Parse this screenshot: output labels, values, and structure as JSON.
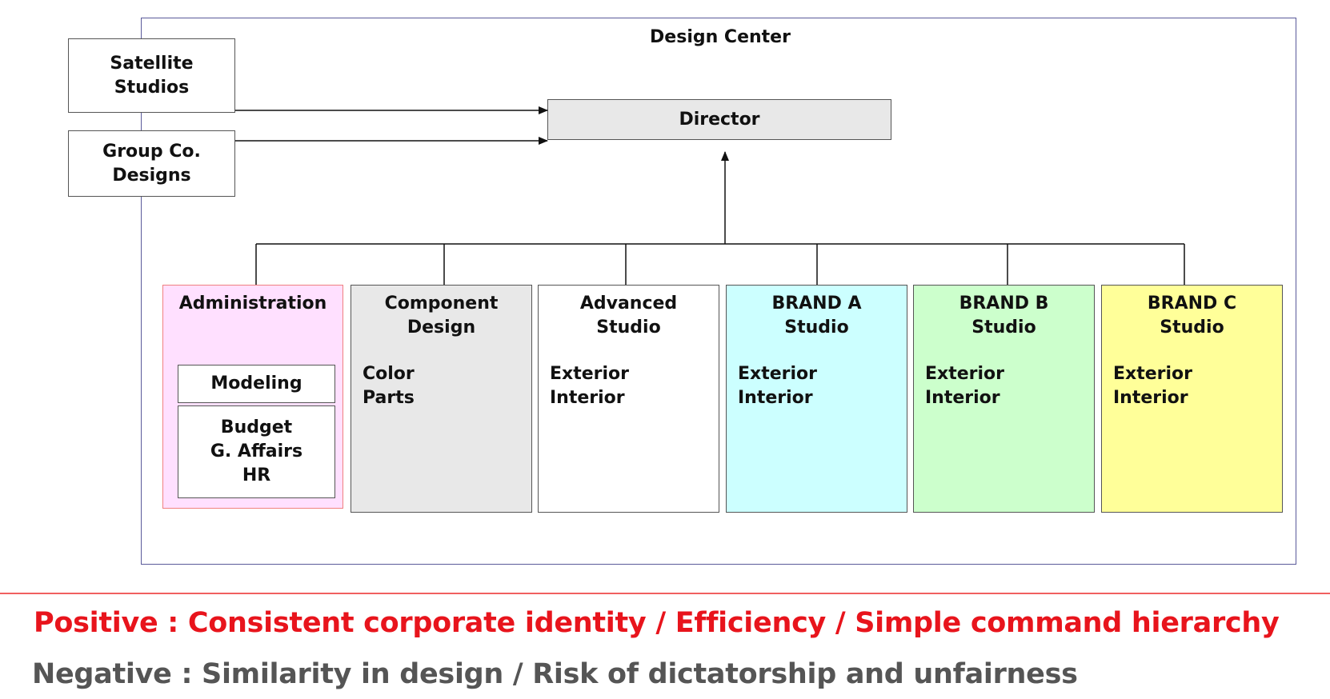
{
  "diagram": {
    "container_label": "Design Center",
    "external": [
      {
        "id": "satellite",
        "label": "Satellite\nStudios"
      },
      {
        "id": "group",
        "label": "Group Co.\nDesigns"
      }
    ],
    "director": "Director",
    "departments": [
      {
        "id": "administration",
        "title": "Administration",
        "fill": "#ffe0ff",
        "border": "#f08080",
        "sub_boxes": [
          "Modeling",
          "Budget\nG. Affairs\nHR"
        ]
      },
      {
        "id": "component",
        "title": "Component\nDesign",
        "fill": "#e8e8e8",
        "border": "#555555",
        "items": "Color\nParts"
      },
      {
        "id": "advanced",
        "title": "Advanced\nStudio",
        "fill": "#ffffff",
        "border": "#555555",
        "items": "Exterior\nInterior"
      },
      {
        "id": "brand-a",
        "title": "BRAND A\nStudio",
        "fill": "#ccffff",
        "border": "#555555",
        "items": "Exterior\nInterior"
      },
      {
        "id": "brand-b",
        "title": "BRAND B\nStudio",
        "fill": "#ccffcc",
        "border": "#555555",
        "items": "Exterior\nInterior"
      },
      {
        "id": "brand-c",
        "title": "BRAND C\nStudio",
        "fill": "#ffff99",
        "border": "#555555",
        "items": "Exterior\nInterior"
      }
    ],
    "container_border_color": "#5a5a9a",
    "director_fill": "#e8e8e8"
  },
  "footer": {
    "positive": "Positive : Consistent corporate identity / Efficiency / Simple command hierarchy",
    "negative": "Negative : Similarity in design / Risk of dictatorship and unfairness",
    "positive_color": "#e8141c",
    "negative_color": "#555555",
    "divider_color": "#f06060"
  }
}
